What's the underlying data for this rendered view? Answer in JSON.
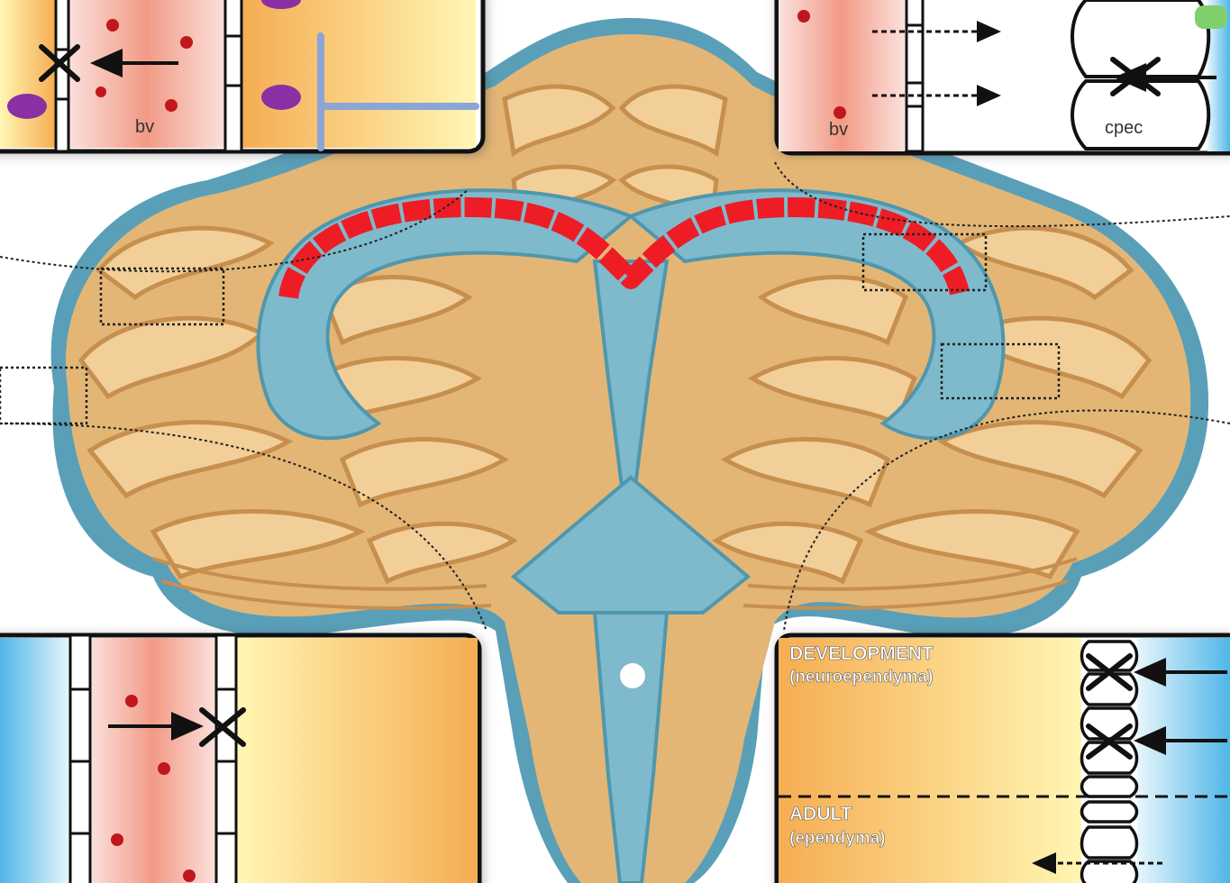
{
  "figure": {
    "panels": {
      "top_left": {
        "vessel_label": "bv"
      },
      "top_right": {
        "vessel_label": "bv",
        "cell_label": "cpec"
      },
      "bottom_left": {},
      "bottom_right": {
        "development_heading": "DEVELOPMENT",
        "development_sub": "(neuroependyma)",
        "adult_heading": "ADULT",
        "adult_sub": "(ependyma)"
      }
    },
    "colors": {
      "brain_tan": "#e3b676",
      "brain_light": "#f2cf98",
      "brain_dark": "#c78f4e",
      "ventricle_blue": "#7fb9cc",
      "ventricle_outline": "#4f97ad",
      "choroid_red": "#ee1c25",
      "vessel_pink": "#f29a86",
      "parenchyma_orange": "#f6b45a",
      "parenchyma_yellow": "#fff3a8",
      "csf_blue": "#6ec4ea",
      "cell_purple": "#8a2fa4",
      "rbc_red": "#c0171d"
    }
  }
}
